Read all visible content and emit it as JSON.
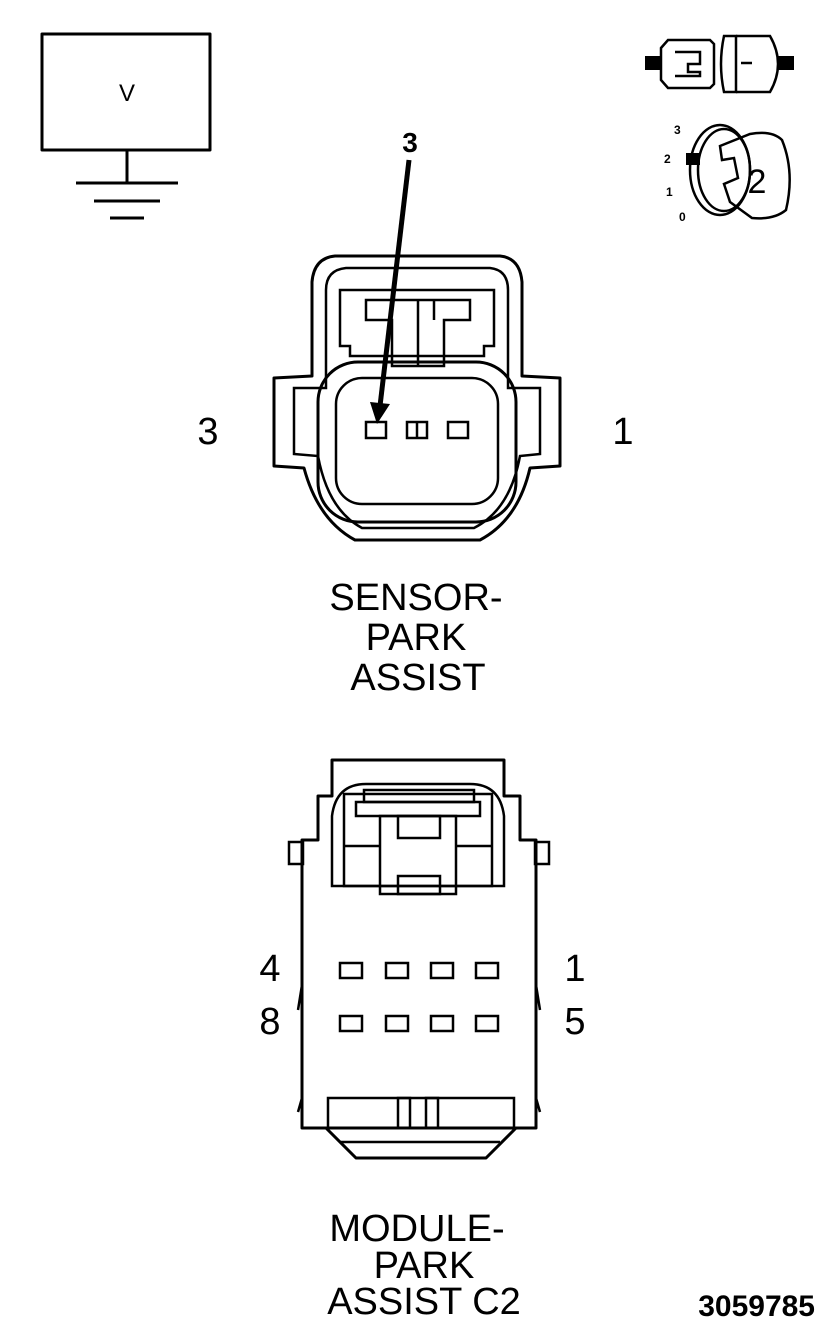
{
  "voltmeter": {
    "label": "V"
  },
  "key_switch": {
    "positions": [
      "3",
      "2",
      "1",
      "0"
    ],
    "selected_label": "2"
  },
  "sensor_connector": {
    "pointer_label": "3",
    "left_pin_label": "3",
    "right_pin_label": "1",
    "title_lines": [
      "SENSOR-",
      "PARK",
      "ASSIST"
    ]
  },
  "module_connector": {
    "row1_left_label": "4",
    "row1_right_label": "1",
    "row2_left_label": "8",
    "row2_right_label": "5",
    "title_lines": [
      "MODULE-",
      "PARK",
      "ASSIST C2"
    ]
  },
  "figure_number": "3059785"
}
